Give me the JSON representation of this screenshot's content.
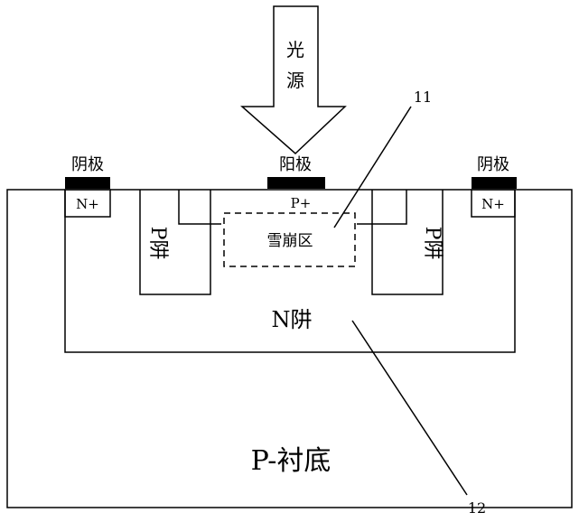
{
  "light_source": {
    "label_line1": "光",
    "label_line2": "源"
  },
  "electrodes": {
    "cathode_left": "阴极",
    "anode": "阳极",
    "cathode_right": "阴极"
  },
  "regions": {
    "n_plus_left": "N+",
    "n_plus_right": "N+",
    "p_plus": "P+",
    "p_well_left": "P阱",
    "p_well_right": "P阱",
    "avalanche_region": "雪崩区",
    "n_well": "N阱",
    "p_substrate": "P-衬底"
  },
  "callouts": {
    "ref_11": "11",
    "ref_12": "12"
  },
  "colors": {
    "line": "#000000",
    "electrode_fill": "#000000",
    "background": "#ffffff"
  }
}
